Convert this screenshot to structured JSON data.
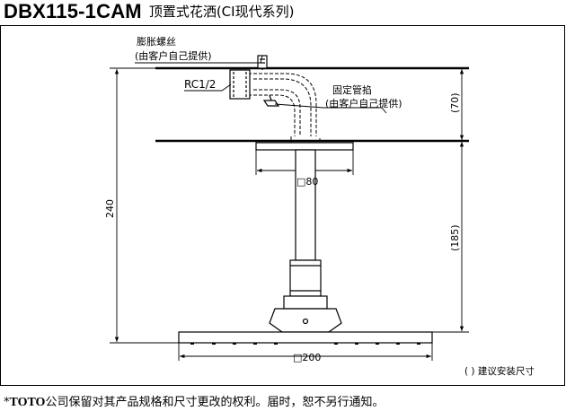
{
  "header": {
    "model": "DBX115-1CAM",
    "product_name": "顶置式花洒(CI现代系列)"
  },
  "labels": {
    "expansion_bolt": "膨胀螺丝",
    "expansion_bolt_note": "(由客户自己提供)",
    "thread": "RC1/2",
    "pipe_clamp": "固定管掐",
    "pipe_clamp_note": "(由客户自己提供)"
  },
  "dimensions": {
    "flange_size": "□80",
    "head_size": "□200",
    "total_height": "240",
    "upper_height": "(70)",
    "lower_height": "(185)",
    "legend": "( ) 建议安装尺寸"
  },
  "footnote": {
    "marker": "*",
    "brand": "TOTO",
    "text": "公司保留对其产品规格和尺寸更改的权利。届时，恕不另行通知。"
  },
  "colors": {
    "line": "#000000",
    "background": "#ffffff"
  }
}
